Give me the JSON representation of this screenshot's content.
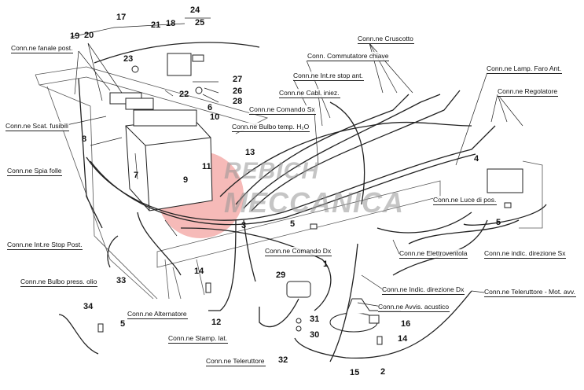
{
  "watermark": {
    "brand": "REBICH MECCANICA",
    "line1": "REBICH",
    "line2": "MECCANICA",
    "accent_color": "#e53935"
  },
  "connectors": [
    "Conn.ne fanale post.",
    "Conn.ne Scat. fusibili",
    "Conn.ne Spia folle",
    "Conn.ne Int.re Stop Post.",
    "Conn.ne Bulbo press. olio",
    "Conn.ne Alternatore",
    "Conn.ne Stamp. lat.",
    "Conn.ne Teleruttore",
    "Conn.ne Cruscotto",
    "Conn. Commutatore chiave",
    "Conn.ne Int.re stop ant.",
    "Conn.ne Cabl. iniez.",
    "Conn.ne Comando Sx",
    "Conn.ne Bulbo temp. H₂O",
    "Conn.ne Lamp. Faro Ant.",
    "Conn.ne Regolatore",
    "Conn.ne Luce di pos.",
    "Conn.ne Comando Dx",
    "Conn.ne Elettroventola",
    "Conn.ne indic. direzione Sx",
    "Conn.ne Indic. direzione Dx",
    "Conn.ne Teleruttore - Mot. avv.",
    "Conn.ne Avvis. acustico"
  ],
  "part_numbers": [
    "17",
    "24",
    "25",
    "19",
    "20",
    "21",
    "18",
    "23",
    "22",
    "27",
    "26",
    "28",
    "6",
    "10",
    "8",
    "7",
    "9",
    "11",
    "13",
    "3",
    "5",
    "4",
    "5",
    "33",
    "14",
    "34",
    "5",
    "12",
    "29",
    "31",
    "30",
    "32",
    "1",
    "16",
    "14",
    "15",
    "2"
  ]
}
